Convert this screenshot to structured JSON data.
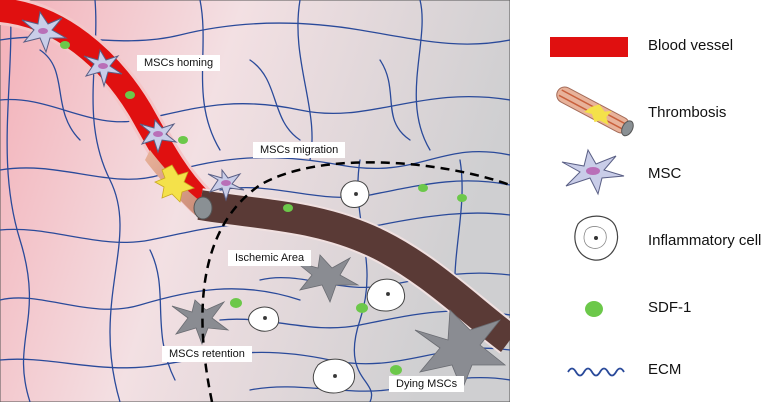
{
  "scene": {
    "labels": {
      "homing": "MSCs homing",
      "migration": "MSCs migration",
      "ischemic": "Ischemic Area",
      "retention": "MSCs retention",
      "dying": "Dying MSCs"
    }
  },
  "legend": {
    "blood_vessel": "Blood vessel",
    "thrombosis": "Thrombosis",
    "msc": "MSC",
    "inflammatory_cell": "Inflammatory cell",
    "sdf1": "SDF-1",
    "ecm": "ECM"
  },
  "colors": {
    "vessel": "#e01010",
    "vessel_ischemic": "#5a3a36",
    "sdf1": "#6cc84a",
    "ecm": "#2a4a9a",
    "msc": "#c9cde8",
    "dying_msc": "#8a8c92"
  }
}
